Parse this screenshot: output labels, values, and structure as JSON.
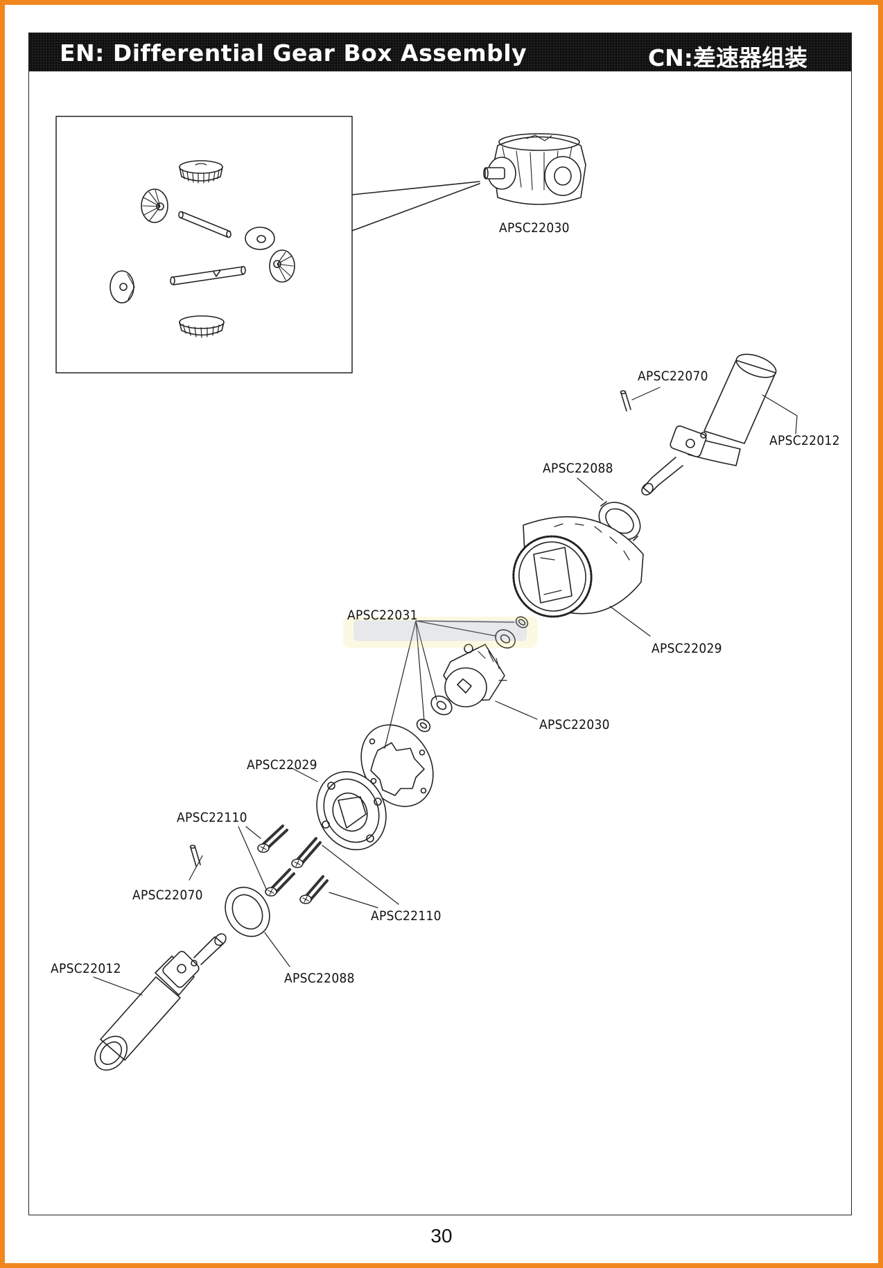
{
  "header": {
    "title_en": "EN: Differential Gear Box Assembly",
    "title_cn": "CN:差速器组装"
  },
  "labels": {
    "apsc22030_top": "APSC22030",
    "apsc22070_top": "APSC22070",
    "apsc22012_top": "APSC22012",
    "apsc22088_top": "APSC22088",
    "apsc22031": "APSC22031",
    "apsc22029_right": "APSC22029",
    "apsc22030_mid": "APSC22030",
    "apsc22029_left": "APSC22029",
    "apsc22110_left": "APSC22110",
    "apsc22070_bottom": "APSC22070",
    "apsc22110_right": "APSC22110",
    "apsc22012_bottom": "APSC22012",
    "apsc22088_bottom": "APSC22088"
  },
  "footer": {
    "page_number": "30"
  },
  "colors": {
    "border": "#f2861e",
    "header_bg": "#111111",
    "header_text": "#ffffff"
  }
}
